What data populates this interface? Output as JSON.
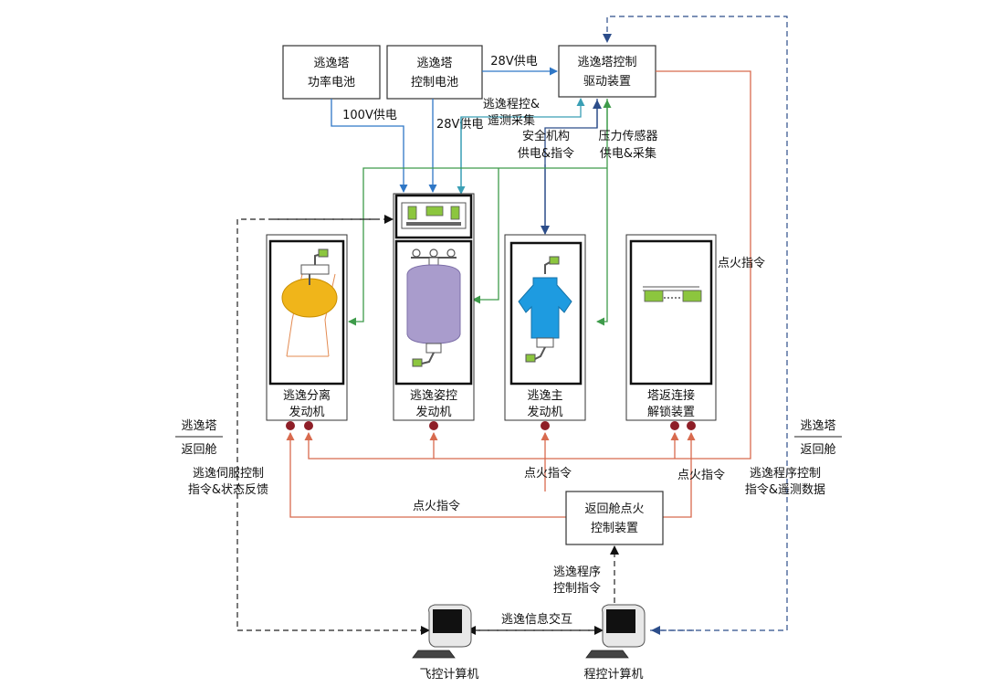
{
  "colors": {
    "blue": "#2f77c6",
    "green": "#3e9b4a",
    "teal": "#3a9fb5",
    "red": "#d86a4e",
    "dark_blue": "#2c4d8a",
    "black": "#222222",
    "engine_green": "#8cc63e",
    "separation_orange": "#f0b51a",
    "attitude_purple": "#a99ccc",
    "main_blue": "#1e9be0",
    "connector_red": "#8e1e27"
  },
  "boxes": {
    "power_battery": {
      "line1": "逃逸塔",
      "line2": "功率电池"
    },
    "control_battery": {
      "line1": "逃逸塔",
      "line2": "控制电池"
    },
    "drive_device": {
      "line1": "逃逸塔控制",
      "line2": "驱动装置"
    },
    "capsule_ignition": {
      "line1": "返回舱点火",
      "line2": "控制装置"
    }
  },
  "engines": {
    "separation": {
      "line1": "逃逸分离",
      "line2": "发动机",
      "icon": "separation-engine-icon"
    },
    "attitude": {
      "line1": "逃逸姿控",
      "line2": "发动机",
      "icon": "attitude-engine-icon"
    },
    "main": {
      "line1": "逃逸主",
      "line2": "发动机",
      "icon": "main-engine-icon"
    },
    "unlock": {
      "line1": "塔返连接",
      "line2": "解锁装置",
      "icon": "unlock-device-icon"
    }
  },
  "labels": {
    "v28_top": "28V供电",
    "v100": "100V供电",
    "v28_mid": "28V供电",
    "program_line1": "逃逸程控&",
    "program_line2": "遥测采集",
    "safety_line1": "安全机构",
    "safety_line2": "供电&指令",
    "pressure_line1": "压力传感器",
    "pressure_line2": "供电&采集",
    "ignition_right": "点火指令",
    "ignition_mid": "点火指令",
    "ignition_right_low": "点火指令",
    "ignition_left": "点火指令",
    "tower_left_top": "逃逸塔",
    "tower_left_bottom": "返回舱",
    "tower_right_top": "逃逸塔",
    "tower_right_bottom": "返回舱",
    "servo_line1": "逃逸伺服控制",
    "servo_line2": "指令&状态反馈",
    "program_cmd_line1": "逃逸程序控制",
    "program_cmd_line2": "指令&遥测数据",
    "escape_prog_line1": "逃逸程序",
    "escape_prog_line2": "控制指令",
    "info_exchange": "逃逸信息交互"
  },
  "computers": {
    "flight": {
      "label": "飞控计算机",
      "icon": "computer-icon"
    },
    "program": {
      "label": "程控计算机",
      "icon": "computer-icon"
    }
  }
}
